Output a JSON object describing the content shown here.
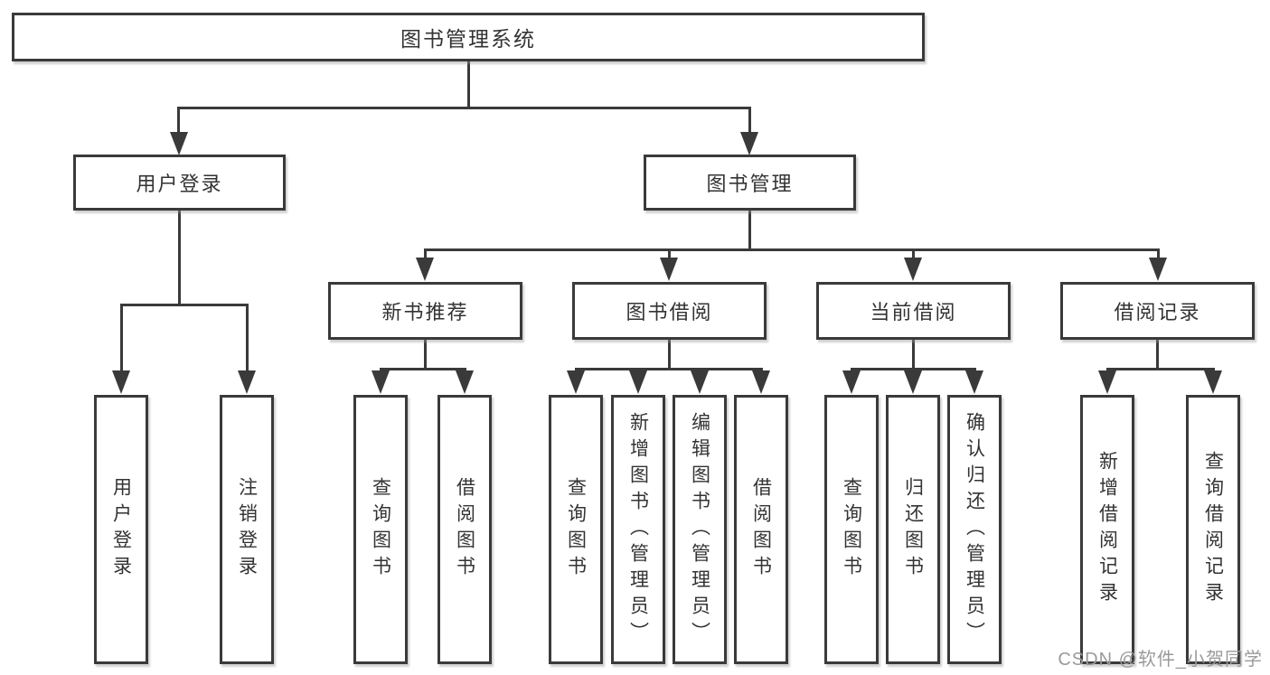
{
  "colors": {
    "line": "#3a3a3a",
    "box_border": "#3a3a3a",
    "text": "#333333",
    "watermark_text": "#9a9a9a",
    "background": "#ffffff"
  },
  "root": {
    "label": "图书管理系统"
  },
  "level1": {
    "user_login": {
      "label": "用户登录"
    },
    "book_management": {
      "label": "图书管理"
    }
  },
  "level2": {
    "new_book_recommend": {
      "label": "新书推荐"
    },
    "book_borrow": {
      "label": "图书借阅"
    },
    "current_borrow": {
      "label": "当前借阅"
    },
    "borrow_records": {
      "label": "借阅记录"
    }
  },
  "leaves": {
    "user_login": [
      "用户登录",
      "注销登录"
    ],
    "new_book_recommend": [
      "查询图书",
      "借阅图书"
    ],
    "book_borrow": [
      "查询图书",
      "新增图书（管理员）",
      "编辑图书（管理员）",
      "借阅图书"
    ],
    "current_borrow": [
      "查询图书",
      "归还图书",
      "确认归还（管理员）"
    ],
    "borrow_records": [
      "新增借阅记录",
      "查询借阅记录"
    ]
  },
  "watermark": "CSDN @软件_小贺同学"
}
